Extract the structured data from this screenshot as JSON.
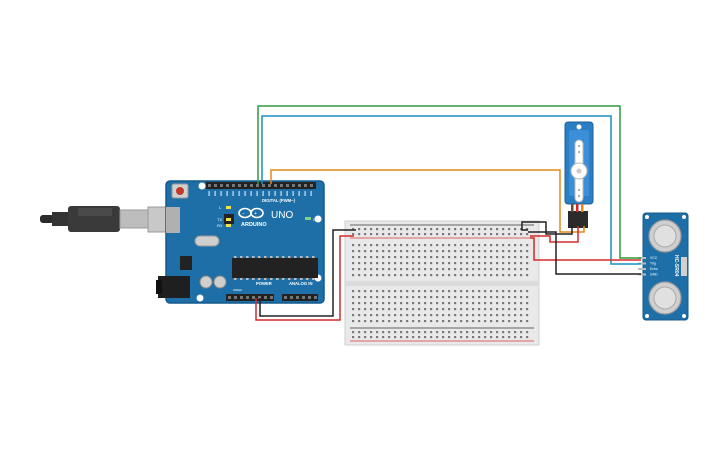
{
  "arduino": {
    "brand": "ARDUINO",
    "model": "UNO",
    "digital_label": "DIGITAL (PWM~)",
    "power_label": "POWER",
    "analog_label": "ANALOG IN",
    "on_label": "ON",
    "l_label": "L",
    "tx_label": "TX",
    "rx_label": "RX",
    "ioref_label": "IOREF"
  },
  "breadboard": {
    "columns": 30
  },
  "sensor": {
    "model": "HC-SR04",
    "pins": [
      "VCC",
      "Trig",
      "Echo",
      "GND"
    ]
  },
  "wires": {
    "green": "#2e9b3c",
    "blue": "#1a8fbf",
    "orange": "#e08a1a",
    "red": "#d62a2a",
    "black": "#222222"
  },
  "colors": {
    "board_blue": "#1e6fa8",
    "breadboard": "#e9e9e9",
    "servo_blue": "#2a7ec4"
  }
}
